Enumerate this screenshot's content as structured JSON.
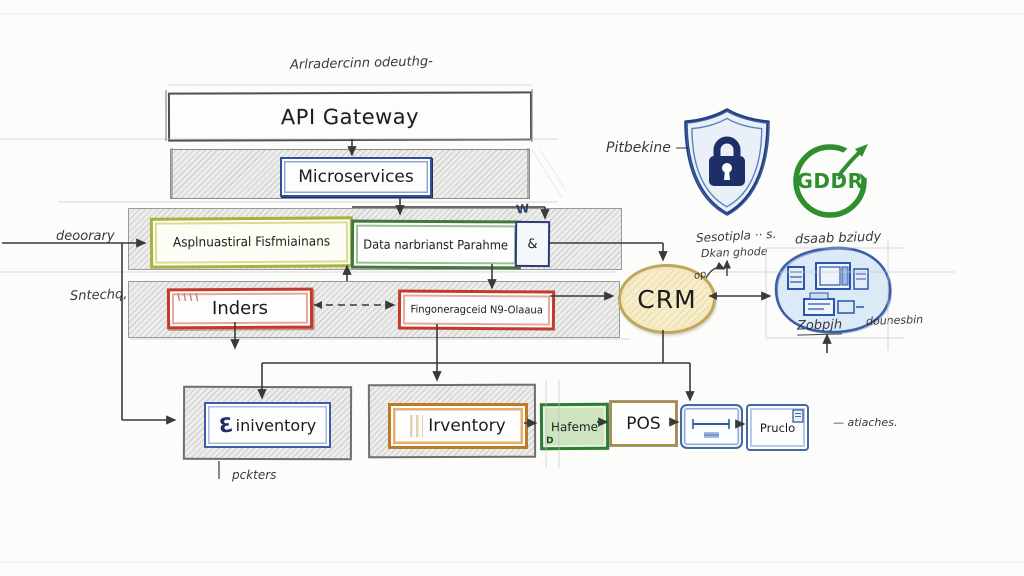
{
  "nodes": {
    "api_gateway": "API Gateway",
    "microservices": "Microservices",
    "service_left": "Asplnuastiral Fisfmiainans",
    "service_right": "Data narbrianst Parahme",
    "amp_box": "&",
    "inders": "Inders",
    "queue": "Fingoneragceid N9-Olaaua",
    "crm": "CRM",
    "gdpr_label": "GDDR",
    "inventory_blue": "iniventory",
    "inventory_orange": "Irventory",
    "hafeme": "Hafeme",
    "pos": "POS",
    "pruclo": "Pruclo"
  },
  "annotations": {
    "top_note": "Arlradercinn odeuthg-",
    "pipeline": "Pitbekine —",
    "decorary": "deoorary",
    "sntechq": "Sntechq,",
    "sesotipla": "Sesotipla ·· s.",
    "dkan_ghode": "Dkan ghode",
    "op_scribble": "op",
    "dsab_bridy": "dsaab bziudy",
    "zobph": "Zobpjh",
    "dounesbin": "dounesbin",
    "atiaches": "— atiaches.",
    "pckters": "pckters"
  },
  "icons": {
    "shield_lock": "shield-lock-icon",
    "gdpr_arrow_ring": "circular-arrow-ring-icon",
    "server_cluster": "server-cluster-sketch-icon",
    "iniventory_scribble": "Ɛ",
    "w_scribble": "W",
    "hafeme_scribble": "D",
    "inventory_bars": "vertical-bars-icon",
    "dimension_arrow": "dimension-arrow-icon",
    "document": "document-icon"
  },
  "colors": {
    "pencil": "#3a3a3a",
    "blue": "#2d4f9e",
    "navy": "#1d2f66",
    "green_dark": "#40793a",
    "green_light": "#a8b13a",
    "red": "#c23a28",
    "orange": "#bf7a28",
    "cream": "#f7edc8",
    "tan": "#c0a75f",
    "gdpr_green": "#2f8f2f",
    "sky": "#dce9f7"
  }
}
